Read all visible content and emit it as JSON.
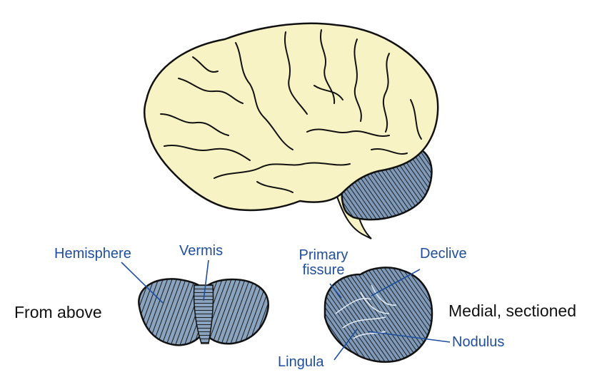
{
  "labels": {
    "hemisphere": "Hemisphere",
    "vermis": "Vermis",
    "primary_fissure_line1": "Primary",
    "primary_fissure_line2": "fissure",
    "declive": "Declive",
    "lingula": "Lingula",
    "nodulus": "Nodulus",
    "from_above": "From above",
    "medial_sectioned": "Medial, sectioned"
  },
  "colors": {
    "brain_fill": "#f8f3c4",
    "cerebellum_fill": "#7f9ab8",
    "outline": "#111111",
    "label_blue": "#1f4e9c",
    "leader_line": "#1f4e9c"
  }
}
